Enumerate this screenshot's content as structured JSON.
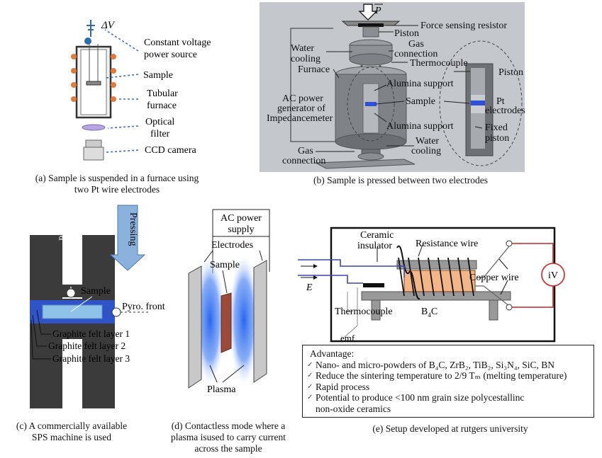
{
  "panel_a": {
    "delta_v": "ΔV",
    "voltage_source": [
      "Constant voltage",
      "power source"
    ],
    "sample": "Sample",
    "furnace": [
      "Tubular",
      "furnace"
    ],
    "filter": [
      "Optical",
      "filter"
    ],
    "camera": "CCD camera",
    "caption": [
      "(a) Sample is suspended in a furnace using",
      "two Pt wire electrodes"
    ]
  },
  "panel_b": {
    "p": "P",
    "force": "Force sensing resistor",
    "piston": "Piston",
    "water_cooling_top": [
      "Water",
      "cooling"
    ],
    "gas_top": [
      "Gas",
      "connection"
    ],
    "thermocouple": "Thermocouple",
    "furnace": "Furnace",
    "piston_right": "Piston",
    "alumina_top": "Alumina support",
    "ac": [
      "AC power",
      "generator of",
      "Impedancemeter"
    ],
    "sample": "Sample",
    "pt": [
      "Pt",
      "electrodes"
    ],
    "alumina_bottom": "Alumina support",
    "fixed": [
      "Fixed",
      "piston"
    ],
    "water_cooling_bottom": [
      "Water",
      "cooling"
    ],
    "gas_bottom": [
      "Gas",
      "connection"
    ],
    "caption": "(b) Sample is pressed between two electrodes"
  },
  "panel_c": {
    "pyro_top": "Pyro. top",
    "pressing": "Pressing",
    "sample": "Sample",
    "pyro_front": "Pyro. front",
    "layer1": "Graphite felt layer 1",
    "layer2": "Graphite felt layer 2",
    "layer3": "Graphite felt layer 3",
    "caption": [
      "(c) A commercially available",
      "SPS machine is used"
    ]
  },
  "panel_d": {
    "ac": [
      "AC power",
      "supply"
    ],
    "electrodes": "Electrodes",
    "sample": "Sample",
    "plasma": "Plasma",
    "caption": [
      "(d) Contactless mode where a",
      "plasma isused to carry current",
      "across the sample"
    ]
  },
  "panel_e": {
    "ceramic": [
      "Ceramic",
      "insulator"
    ],
    "resistance": "Resistance wire",
    "e": "E",
    "copper": "Copper wire",
    "iv": "iV",
    "thermocouple": "Thermocouple",
    "b4c": "B",
    "b4c_sub": "4",
    "b4c_end": "C",
    "emf": "emf",
    "caption": "(e) Setup developed at rutgers university"
  },
  "advantages": {
    "title": "Advantage:",
    "items": [
      "Nano- and micro-powders of B₄C, ZrB₂, TiB₂, Si₃N₄, SiC, BN",
      "Reduce the sintering temperature to 2/9 Tₘ (melting temperature)",
      "Rapid process",
      "Potential to produce <100 nm grain size polycestallinc"
    ],
    "continuation": "non-oxide ceramics"
  },
  "colors": {
    "furnace_orange": "#e07b3c",
    "blue": "#3f6fbf",
    "gray": "#5b5b5b",
    "red": "#cc2222"
  }
}
